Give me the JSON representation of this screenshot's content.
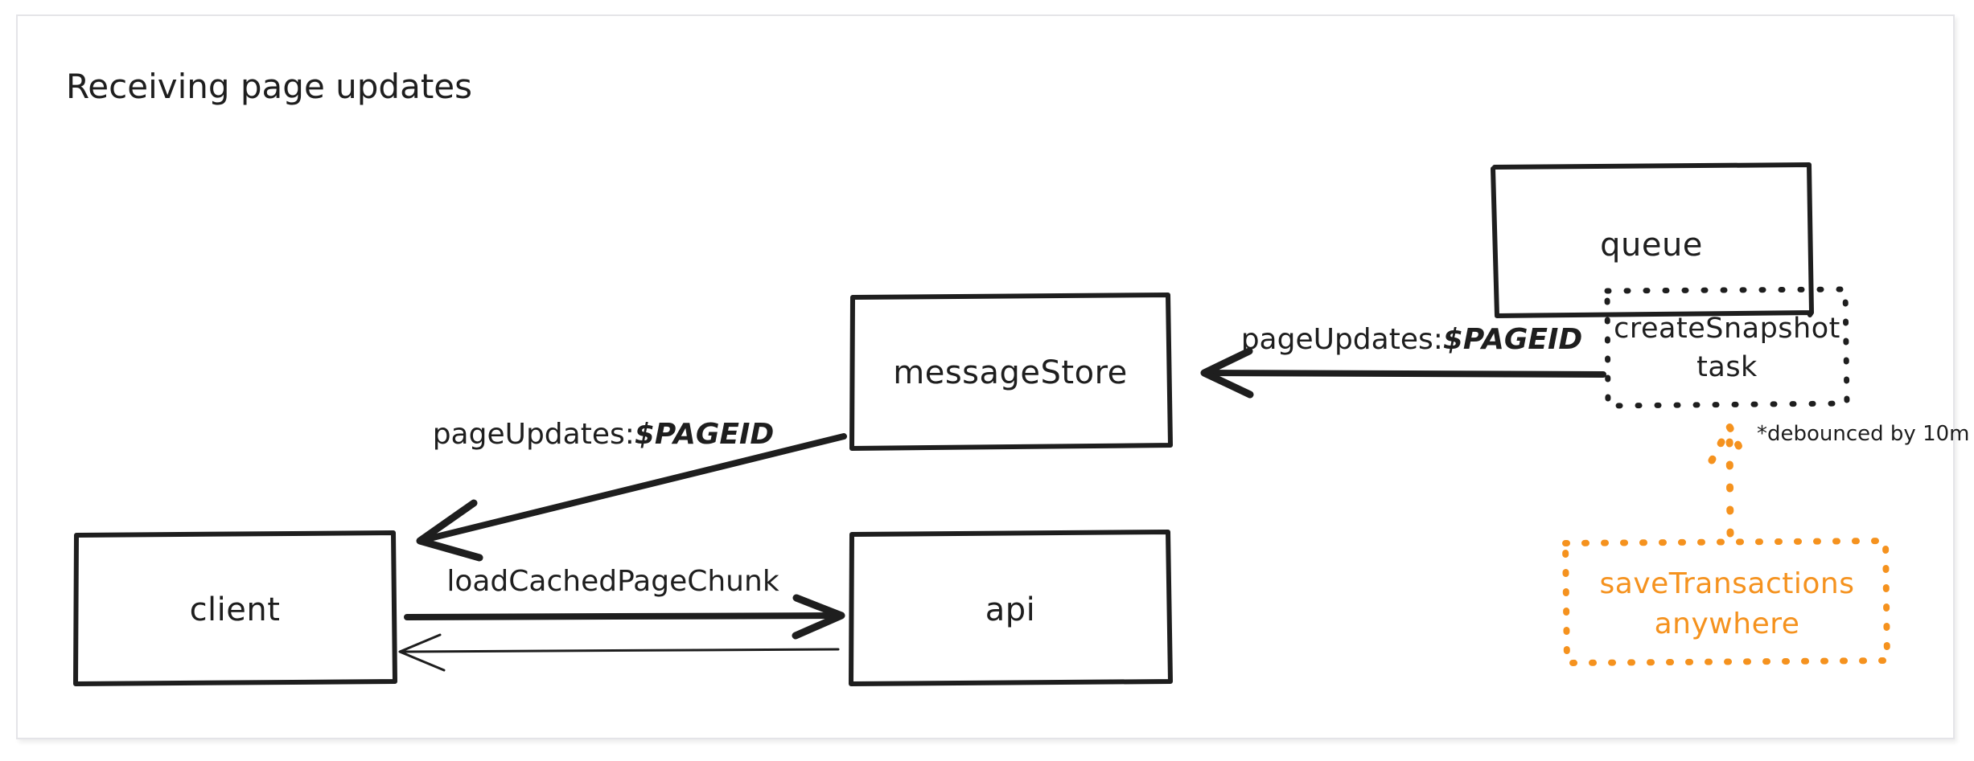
{
  "canvas": {
    "title": "Receiving page updates",
    "background_color": "#ffffff",
    "frame_border_color": "#e4e4e8",
    "stroke_color": "#1e1e1e",
    "accent_color": "#f5921e"
  },
  "nodes": [
    {
      "id": "queue",
      "label": "queue",
      "style": "solid",
      "color": "#1e1e1e"
    },
    {
      "id": "create-snapshot-task",
      "label_line1": "createSnapshot",
      "label_line2": "task",
      "style": "dotted",
      "color": "#1e1e1e"
    },
    {
      "id": "message-store",
      "label": "messageStore",
      "style": "solid",
      "color": "#1e1e1e"
    },
    {
      "id": "client",
      "label": "client",
      "style": "solid",
      "color": "#1e1e1e"
    },
    {
      "id": "api",
      "label": "api",
      "style": "solid",
      "color": "#1e1e1e"
    },
    {
      "id": "save-transactions",
      "label_line1": "saveTransactions",
      "label_line2": "anywhere",
      "style": "dotted",
      "color": "#f5921e"
    }
  ],
  "edges": [
    {
      "id": "task-to-messagestore",
      "label_plain": "pageUpdates:",
      "label_italic": "$PAGEID",
      "from": "create-snapshot-task",
      "to": "message-store",
      "style": "solid",
      "arrow": "left"
    },
    {
      "id": "messagestore-to-client",
      "label_plain": "pageUpdates:",
      "label_italic": "$PAGEID",
      "from": "message-store",
      "to": "client",
      "style": "solid",
      "arrow": "down-left"
    },
    {
      "id": "client-to-api",
      "label": "loadCachedPageChunk",
      "from": "client",
      "to": "api",
      "style": "solid",
      "arrow": "right"
    },
    {
      "id": "api-to-client",
      "label": "",
      "from": "api",
      "to": "client",
      "style": "solid",
      "arrow": "left"
    },
    {
      "id": "savetransactions-to-task",
      "label": "*debounced by 10m",
      "from": "save-transactions",
      "to": "create-snapshot-task",
      "style": "dotted",
      "arrow": "up",
      "color": "#f5921e"
    }
  ],
  "annotations": [
    {
      "id": "debounce-note",
      "text": "*debounced by 10m"
    }
  ]
}
